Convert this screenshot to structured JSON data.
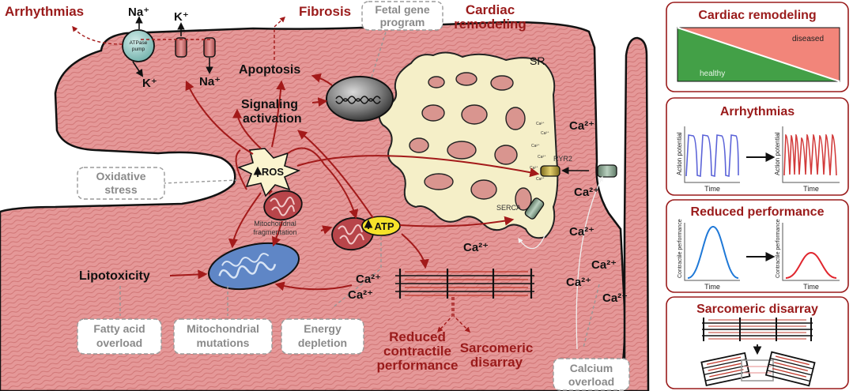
{
  "colors": {
    "cell": "#e59898",
    "cell_dark": "#8c2323",
    "arrow_red": "#a31a1a",
    "label_red": "#9a1b1b",
    "grey": "#8a8a8a",
    "sr_fill": "#f5efc8",
    "mito_blue": "#5f86c6",
    "mito_red": "#b8454a",
    "healthy": "#43a047",
    "diseased": "#f2857a",
    "ap_blue": "#5b63d8",
    "ap_red": "#d23a3a",
    "perf_blue": "#1e78d7",
    "perf_red": "#e0262e"
  },
  "labels": {
    "arrhythmias": "Arrhythmias",
    "fibrosis": "Fibrosis",
    "fetal_gene": [
      "Fetal gene",
      "program"
    ],
    "cardiac_remodeling": [
      "Cardiac",
      "remodeling"
    ],
    "na_top": "Na⁺",
    "k_top": "K⁺",
    "k_bottom": "K⁺",
    "na_bottom": "Na⁺",
    "atpase": [
      "ATPase",
      "pump"
    ],
    "apoptosis": "Apoptosis",
    "signaling": [
      "Signaling",
      "activation"
    ],
    "sr": "SR",
    "ros": "ROS",
    "oxidative": [
      "Oxidative",
      "stress"
    ],
    "mito_frag": [
      "Mitochondrial",
      "fragmentation"
    ],
    "atp": "ATP",
    "lipotoxicity": "Lipotoxicity",
    "fatty_acid": [
      "Fatty acid",
      "overload"
    ],
    "mito_mut": [
      "Mitochondrial",
      "mutations"
    ],
    "energy": [
      "Energy",
      "depletion"
    ],
    "reduced_contractile": [
      "Reduced",
      "contractile",
      "performance"
    ],
    "sarc_disarray": [
      "Sarcomeric",
      "disarray"
    ],
    "calcium_overload": [
      "Calcium",
      "overload"
    ],
    "ryr2": "RYR2",
    "serca": "SERCA",
    "ca_small": "Ca²⁺",
    "ca": "Ca²⁺"
  },
  "panels": {
    "remodeling": {
      "title": "Cardiac remodeling",
      "diseased": "diseased",
      "healthy": "healthy"
    },
    "arrhythmias": {
      "title": "Arrhythmias",
      "ylabel": "Action potential",
      "xlabel": "Time"
    },
    "performance": {
      "title": "Reduced performance",
      "ylabel": "Contractile performance",
      "xlabel": "Time"
    },
    "sarcomeric": {
      "title": "Sarcomeric disarray"
    }
  }
}
